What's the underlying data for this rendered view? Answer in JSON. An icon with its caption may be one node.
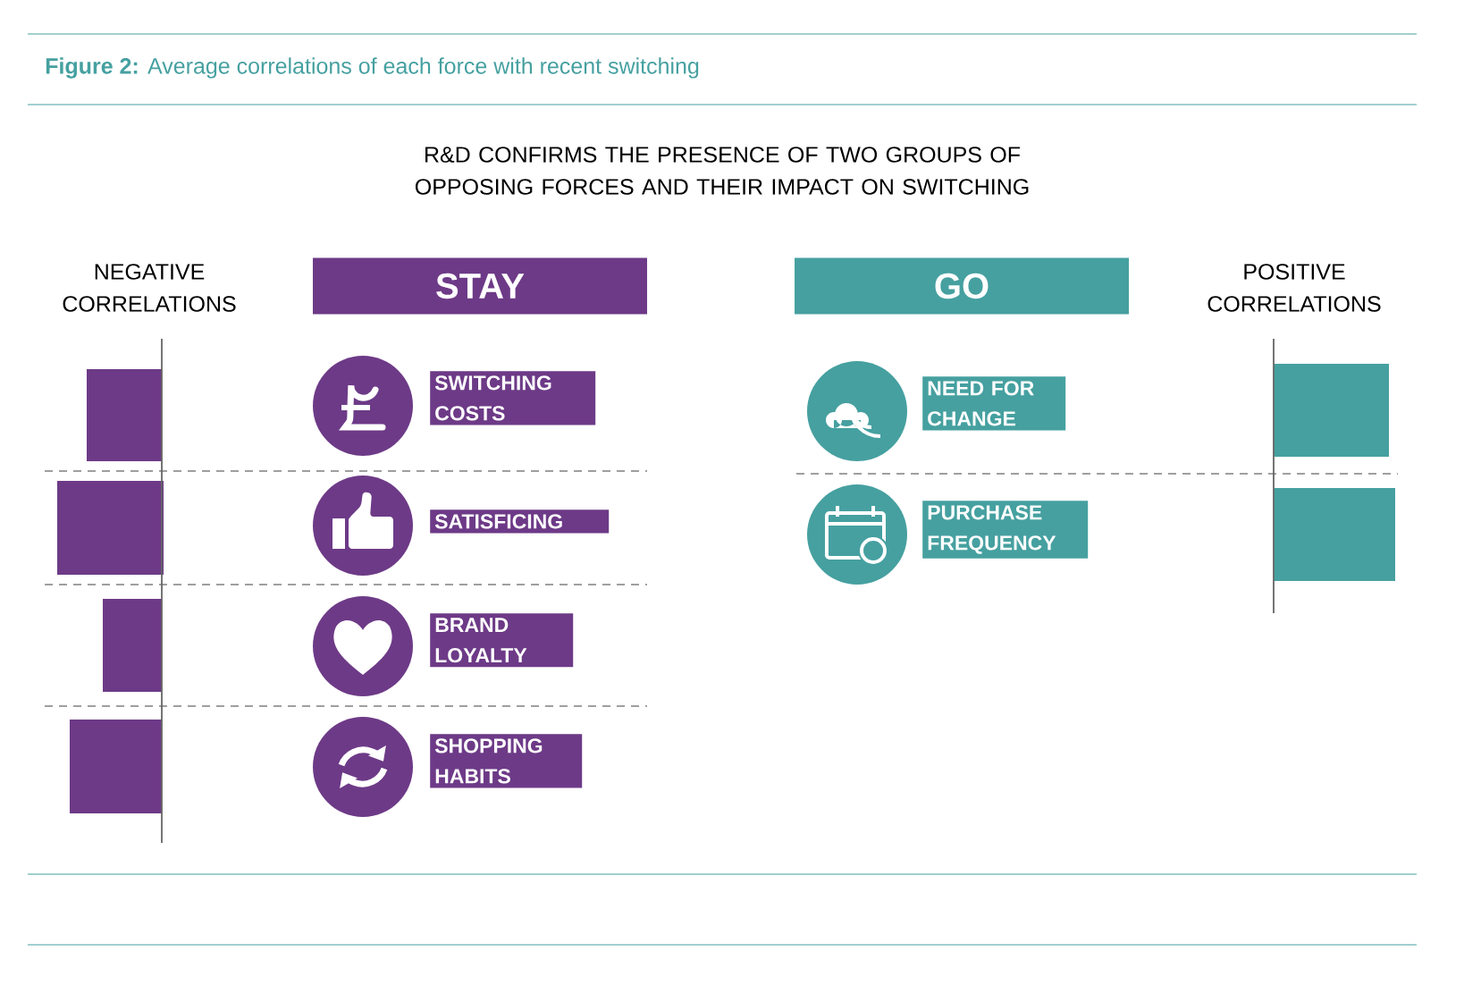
{
  "diagram": {
    "title": "**Figure 2:** Average correlations of each force with recent switching",
    "nodes": [
      {
        "text": [
          "STAY"
        ]
      },
      {
        "text": [
          "GO"
        ]
      },
      {
        "text": [
          "SWITCHING COSTS"
        ]
      },
      {
        "text": [
          "SATISFICING"
        ]
      },
      {
        "text": [
          "BRAND LOYALTY"
        ]
      },
      {
        "text": [
          "SHOPPING HABITS"
        ]
      },
      {
        "text": [
          "NEED FOR CHANGE"
        ]
      },
      {
        "text": [
          "PURCHASE FREQUENCY"
        ]
      }
    ],
    "labels": [
      "R&D CONFIRMS THE PRESENCE OF TWO GROUPS OF OPPOSING FORCES AND THEIR IMPACT ON SWITCHING",
      "NEGATIVE CORRELATIONS",
      "POSITIVE CORRELATIONS"
    ]
  }
}
